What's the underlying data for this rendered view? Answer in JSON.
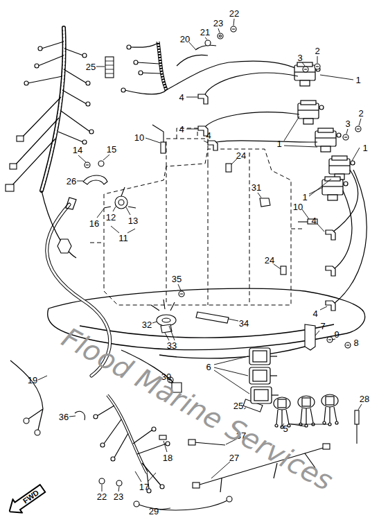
{
  "diagram": {
    "nodes": [
      {
        "text": [
          "FWD"
        ]
      }
    ],
    "labels": [
      "22",
      "23",
      "21",
      "20",
      "2",
      "3",
      "1",
      "25",
      "4",
      "4",
      "2",
      "3",
      "10",
      "4",
      "1",
      "1",
      "14",
      "15",
      "24",
      "26",
      "31",
      "1",
      "10",
      "16",
      "12",
      "13",
      "4",
      "11",
      "24",
      "35",
      "4",
      "7",
      "34",
      "32",
      "9",
      "8",
      "33",
      "6",
      "30",
      "19",
      "28",
      "25",
      "36",
      "5",
      "37",
      "18",
      "27",
      "17",
      "22",
      "23",
      "29",
      "Flood Marine Services"
    ]
  }
}
